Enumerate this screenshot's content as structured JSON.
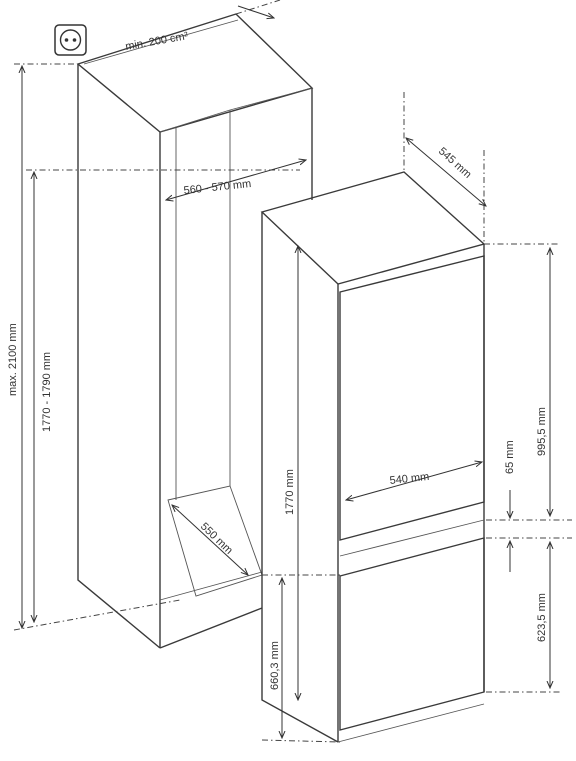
{
  "labels": {
    "min_area": "min. 200 cm²",
    "max_height": "max. 2100 mm",
    "niche_height": "1770 - 1790 mm",
    "niche_width": "560 - 570 mm",
    "niche_depth": "550 mm",
    "appliance_depth": "545 mm",
    "upper_height": "995,5 mm",
    "gap_height": "65 mm",
    "lower_height": "623,5 mm",
    "appliance_height": "1770 mm",
    "appliance_width": "540 mm",
    "base_height": "660,3 mm"
  },
  "colors": {
    "line": "#3a3a3a",
    "text": "#333333",
    "background": "#ffffff"
  },
  "icons": {
    "outlet": "power-socket-icon"
  }
}
